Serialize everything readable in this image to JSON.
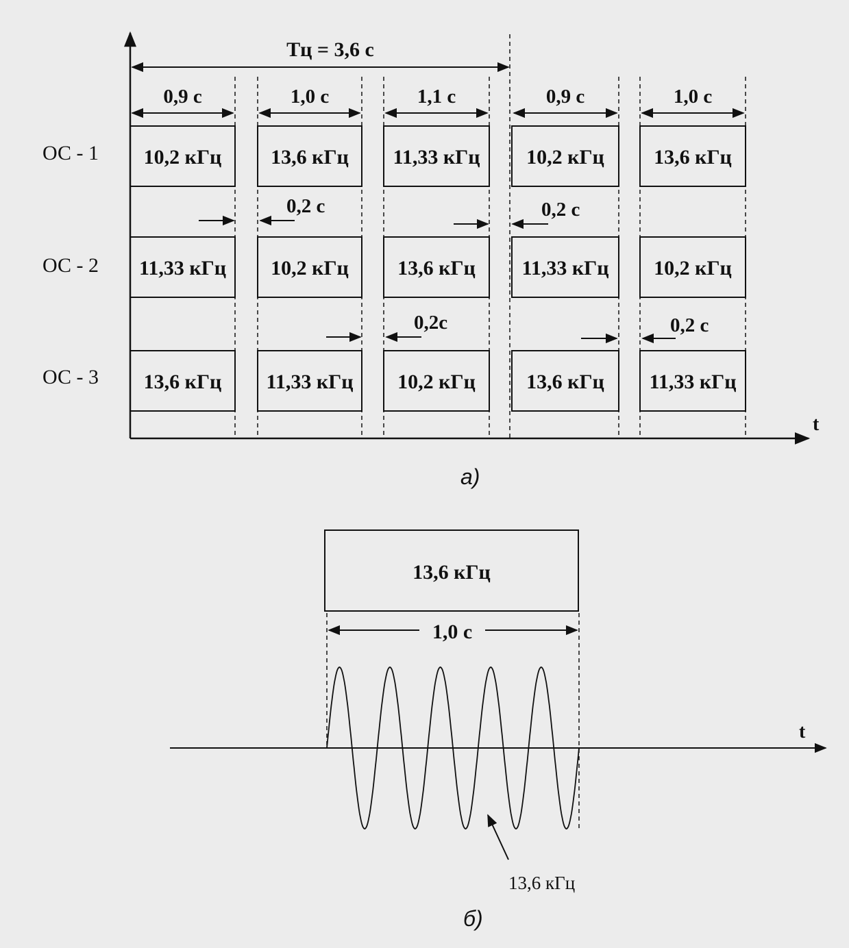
{
  "diagram_a": {
    "caption": "а)",
    "cycle_label": "Тц = 3,6 с",
    "time_axis_label": "t",
    "durations": [
      "0,9 с",
      "1,0 с",
      "1,1 с",
      "0,9 с",
      "1,0 с"
    ],
    "rows": [
      {
        "label": "ОС - 1",
        "boxes": [
          "10,2 кГц",
          "13,6 кГц",
          "11,33 кГц",
          "10,2 кГц",
          "13,6 кГц"
        ]
      },
      {
        "label": "ОС - 2",
        "boxes": [
          "11,33 кГц",
          "10,2 кГц",
          "13,6 кГц",
          "11,33 кГц",
          "10,2 кГц"
        ]
      },
      {
        "label": "ОС - 3",
        "boxes": [
          "13,6 кГц",
          "11,33 кГц",
          "10,2 кГц",
          "13,6 кГц",
          "11,33 кГц"
        ]
      }
    ],
    "gap_labels": [
      "0,2 с",
      "0,2 с",
      "0,2с",
      "0,2 с"
    ]
  },
  "diagram_b": {
    "caption": "б)",
    "box_label": "13,6 кГц",
    "duration": "1,0 с",
    "time_axis_label": "t",
    "signal_label": "13,6 кГц"
  },
  "colors": {
    "ink": "#111111",
    "paper": "#ececec"
  }
}
